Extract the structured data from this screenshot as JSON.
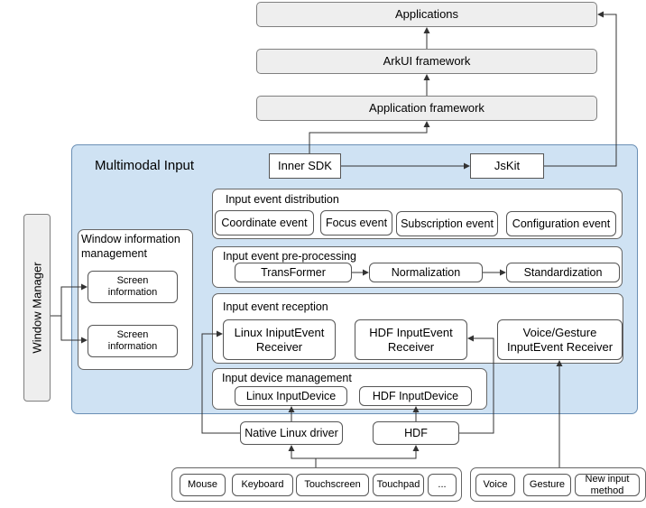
{
  "applications": "Applications",
  "arkui": "ArkUI framework",
  "app_framework": "Application framework",
  "multimodal_input": "Multimodal Input",
  "inner_sdk": "Inner SDK",
  "jskit": "JsKit",
  "window_manager": "Window Manager",
  "window_info": {
    "title": "Window information management",
    "items": [
      "Screen information",
      "Screen information"
    ]
  },
  "distribution": {
    "title": "Input event distribution",
    "items": [
      "Coordinate event",
      "Focus event",
      "Subscription event",
      "Configuration event"
    ]
  },
  "preprocessing": {
    "title": "Input event pre-processing",
    "items": [
      "TransFormer",
      "Normalization",
      "Standardization"
    ]
  },
  "reception": {
    "title": "Input event reception",
    "items": [
      "Linux IniputEvent Receiver",
      "HDF InputEvent Receiver",
      "Voice/Gesture InputEvent Receiver"
    ]
  },
  "device_mgmt": {
    "title": "Input device management",
    "items": [
      "Linux InputDevice",
      "HDF InputDevice"
    ]
  },
  "native_driver": "Native Linux driver",
  "hdf": "HDF",
  "devices_left": [
    "Mouse",
    "Keyboard",
    "Touchscreen",
    "Touchpad",
    "..."
  ],
  "devices_right": [
    "Voice",
    "Gesture",
    "New input method"
  ]
}
